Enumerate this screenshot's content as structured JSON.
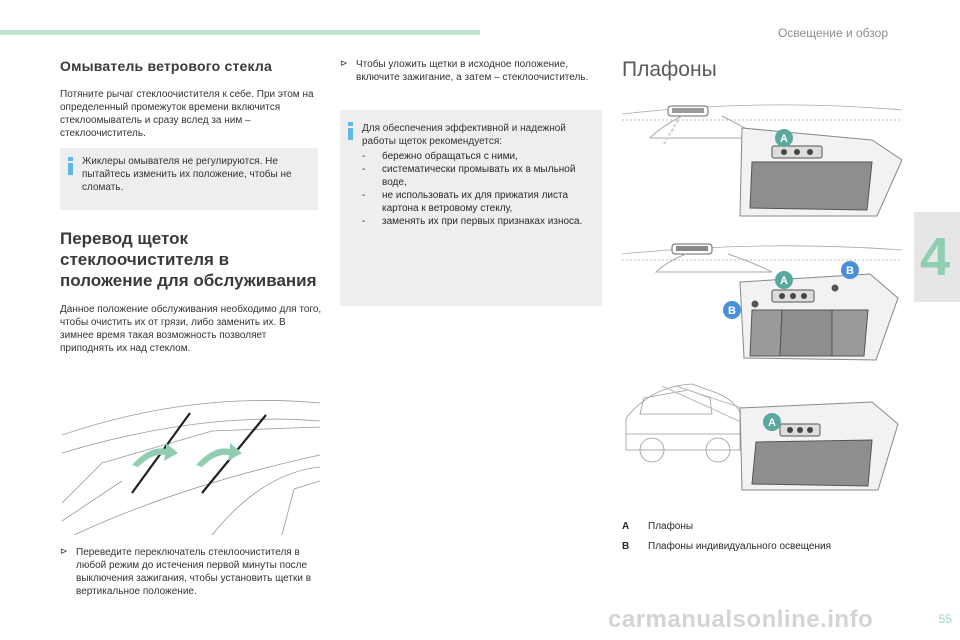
{
  "header": {
    "section_title": "Освещение и обзор",
    "chapter_number": "4",
    "page_number": "55"
  },
  "washer": {
    "title": "Омыватель ветрового стекла",
    "body": "Потяните рычаг стеклоочистителя к себе. При этом на определенный промежуток времени включится стеклоомыватель и сразу вслед за ним – стеклоочиститель.",
    "note": "Жиклеры омывателя не регулируются. Не пытайтесь изменить их положение, чтобы не сломать."
  },
  "service": {
    "title": "Перевод щеток стеклоочистителя в положение для обслуживания",
    "body": "Данное положение обслуживания необходимо для того, чтобы очистить их от грязи, либо заменить их. В зимнее время такая возможность позволяет приподнять их над стеклом.",
    "step1": "Переведите переключатель стеклоочистителя в любой режим до истечения первой минуты после выключения зажигания, чтобы установить щетки в вертикальное положение.",
    "step2": "Чтобы уложить щетки в исходное положение, включите зажигание, а затем – стеклоочиститель.",
    "tip_intro": "Для обеспечения эффективной и надежной работы щеток рекомендуется:",
    "tip_items": [
      "бережно обращаться с ними,",
      "систематически промывать их в мыльной воде,",
      "не использовать их для прижатия листа картона к ветровому стеклу,",
      "заменять их при первых признаках износа."
    ]
  },
  "lights": {
    "title": "Плафоны",
    "callout_a": "A",
    "callout_b": "B",
    "legend": [
      {
        "key": "A",
        "text": "Плафоны"
      },
      {
        "key": "B",
        "text": "Плафоны индивидуального освещения"
      }
    ]
  },
  "watermark": "carmanualsonline.info",
  "colors": {
    "accent_green": "#8fcfb0",
    "info_blue": "#5fb7ea",
    "callout_teal": "#5aa8a0",
    "callout_blue": "#4a90d9"
  }
}
